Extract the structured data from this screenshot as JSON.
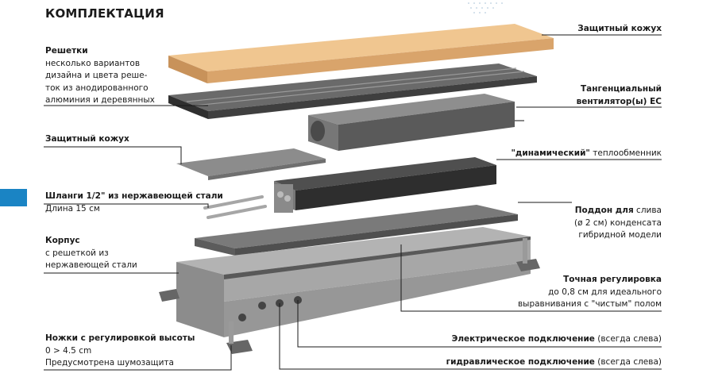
{
  "title": "КОМПЛЕКТАЦИЯ",
  "labels": {
    "grilles_title": "Решетки",
    "grilles_line1": "несколько вариантов",
    "grilles_line2": "дизайна и цвета реше-",
    "grilles_line3": "ток из анодированного",
    "grilles_line4": "алюминия и деревянных",
    "cover_left": "Защитный кожух",
    "hoses_title": "Шланги 1/2\" из нержавеющей стали",
    "hoses_sub": "Длина 15 см",
    "body_title": "Корпус",
    "body_line1": "с решеткой из",
    "body_line2": "нержавеющей стали",
    "feet_title": "Ножки с регулировкой высоты",
    "feet_line1": "0 > 4.5 cm",
    "feet_line2": "Предусмотрена шумозащита",
    "cover_right": "Защитный кожух",
    "fan_line1": "Тангенциальный",
    "fan_line2": "вентилятор(ы) ЕС",
    "hx_quote": "\"динамический\"",
    "hx_rest": " теплообменник",
    "tray_bold": "Поддон для",
    "tray_rest": " слива",
    "tray_line2": "(ø 2 см) конденсата",
    "tray_line3": "гибридной модели",
    "adjust_title": "Точная регулировка",
    "adjust_line1": "до 0,8 см для идеального",
    "adjust_line2": "выравнивания с \"чистым\" полом",
    "elec_bold": "Электрическое подключение",
    "elec_rest": " (всегда слева)",
    "hydro_bold": "гидравлическое подключение",
    "hydro_rest": " (всегда слева)"
  },
  "colors": {
    "accent": "#1a84c4",
    "wood": "#e7b77e",
    "metal": "#8f8f8f",
    "dark": "#3a3a3a"
  }
}
